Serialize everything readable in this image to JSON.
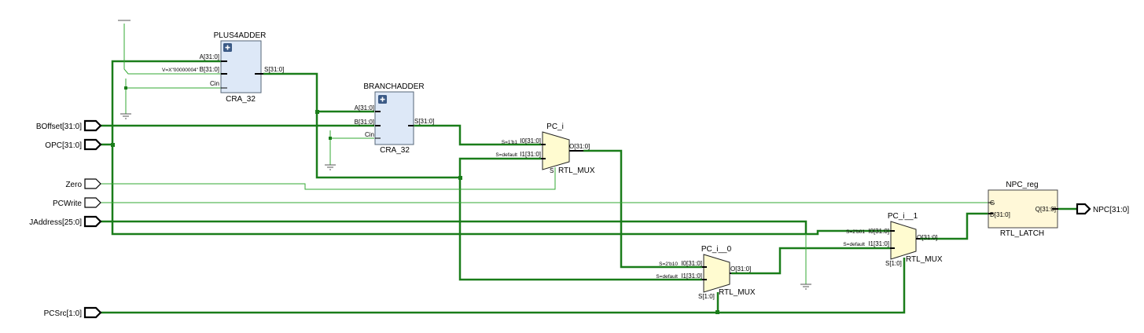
{
  "inputs": {
    "boffset": "BOffset[31:0]",
    "opc": "OPC[31:0]",
    "zero": "Zero",
    "pcwrite": "PCWrite",
    "jaddress": "JAddress[25:0]",
    "pcsrc": "PCSrc[1:0]"
  },
  "outputs": {
    "npc": "NPC[31:0]"
  },
  "plus4adder": {
    "name": "PLUS4ADDER",
    "type": "CRA_32",
    "pin_a": "A[31:0]",
    "pin_b": "B[31:0]",
    "pin_cin": "Cin",
    "pin_s": "S[31:0]",
    "const": "V=X\"00000004\""
  },
  "branchadder": {
    "name": "BRANCHADDER",
    "type": "CRA_32",
    "pin_a": "A[31:0]",
    "pin_b": "B[31:0]",
    "pin_cin": "Cin",
    "pin_s": "S[31:0]"
  },
  "pc_i": {
    "name": "PC_i",
    "type": "RTL_MUX",
    "in0_sel": "S=1'b1",
    "in0": "I0[31:0]",
    "in1_sel": "S=default",
    "in1": "I1[31:0]",
    "out": "O[31:0]",
    "sel": "S"
  },
  "pc_i_0": {
    "name": "PC_i__0",
    "type": "RTL_MUX",
    "in0_sel": "S=2'b10",
    "in0": "I0[31:0]",
    "in1_sel": "S=default",
    "in1": "I1[31:0]",
    "out": "O[31:0]",
    "sel": "S[1:0]"
  },
  "pc_i_1": {
    "name": "PC_i__1",
    "type": "RTL_MUX",
    "in0_sel": "S=2'b01",
    "in0": "I0[31:0]",
    "in1_sel": "S=default",
    "in1": "I1[31:0]",
    "out": "O[31:0]",
    "sel": "S[1:0]"
  },
  "npc_reg": {
    "name": "NPC_reg",
    "type": "RTL_LATCH",
    "pin_g": "G",
    "pin_d": "D[31:0]",
    "pin_q": "Q[31:0]"
  },
  "colors": {
    "wire": "#1a7d1a",
    "wire_thin": "#33aa33",
    "adder_fill": "#dde8f7",
    "mux_fill": "#fffbd0",
    "latch_fill": "#fff8d8",
    "icon_fill": "#3b5a86"
  },
  "icons": {
    "adder_badge": "plus-icon",
    "ground": "ground-icon"
  }
}
